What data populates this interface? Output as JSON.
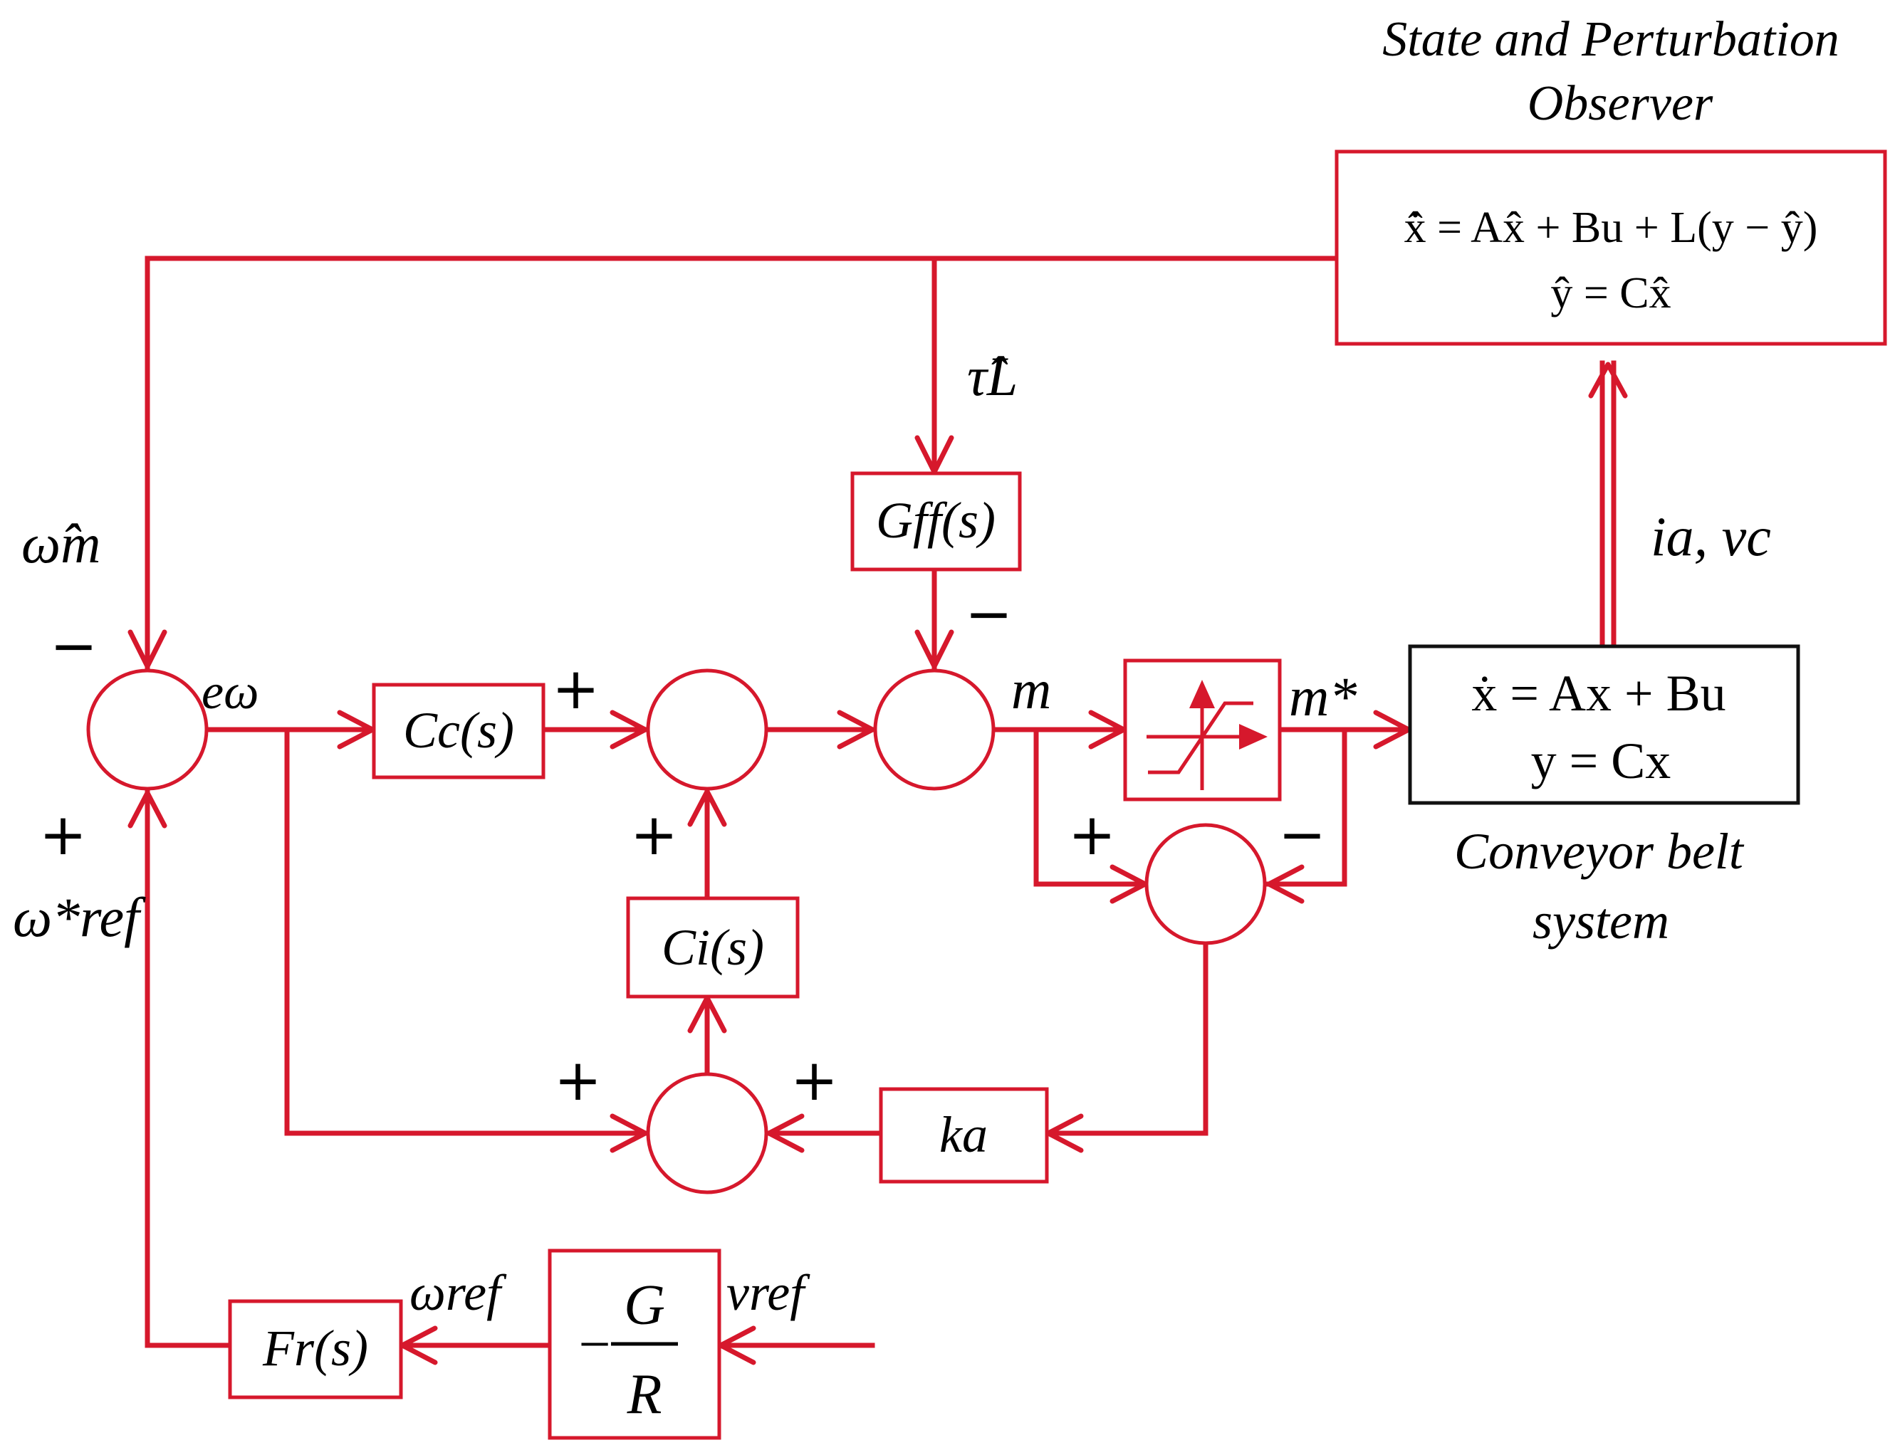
{
  "colors": {
    "accent": "#d6182c",
    "text": "#000000",
    "plant_border": "#111111"
  },
  "observer": {
    "title_line1": "State and Perturbation",
    "title_line2": "Observer",
    "eq1": "x̂̇ = Ax̂ + Bu + L(y − ŷ)",
    "eq2": "ŷ = Cx̂"
  },
  "plant": {
    "eq1": "ẋ = Ax + Bu",
    "eq2": "y = Cx",
    "label_line1": "Conveyor belt",
    "label_line2": "system"
  },
  "blocks": {
    "cc": "Cc(s)",
    "ci": "Ci(s)",
    "gff": "Gff(s)",
    "ka": "ka",
    "fr": "Fr(s)",
    "gain_numerator": "G",
    "gain_denominator": "R",
    "gain_sign": "−"
  },
  "signals": {
    "omega_hat_m": "ω̂m",
    "omega_ref_star": "ω*ref",
    "e_omega": "eω",
    "tau_hat_L": "τ̂L",
    "m": "m",
    "m_star": "m*",
    "ia_vc": "ia, vc",
    "omega_ref": "ωref",
    "v_ref": "vref"
  },
  "signs": {
    "minus": "−",
    "plus": "+"
  }
}
